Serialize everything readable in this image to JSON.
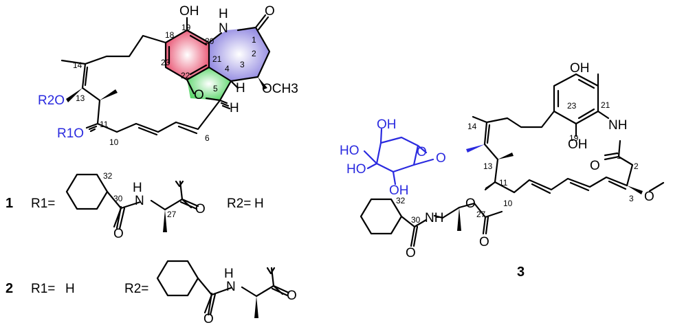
{
  "compounds": {
    "c1": {
      "id": "1",
      "r1": "R1=",
      "r2": "R2=",
      "r2_value": "H"
    },
    "c2": {
      "id": "2",
      "r1": "R1=",
      "r1_value": "H",
      "r2": "R2="
    },
    "c3": {
      "id": "3"
    }
  },
  "atoms": {
    "oh": "OH",
    "nh": "N",
    "h_on_n": "H",
    "o": "O",
    "och3": "OCH3",
    "h": "H",
    "r2o": "R2O",
    "r1o": "R1O",
    "ho": "HO",
    "nh_full": "NH",
    "o_methoxy": "O"
  },
  "numbers": {
    "n1": "1",
    "n2": "2",
    "n3": "3",
    "n4": "4",
    "n5": "5",
    "n6": "6",
    "n10": "10",
    "n11": "11",
    "n13": "13",
    "n14": "14",
    "n18": "18",
    "n19": "19",
    "n20": "20",
    "n21": "21",
    "n22": "22",
    "n23": "23",
    "n27": "27",
    "n30": "30",
    "n32": "32"
  },
  "colors": {
    "benzene_fill": "#e8506f",
    "lactam_fill": "#8f86e0",
    "furan_fill": "#5ad66a",
    "substituent_blue": "#2a2adf"
  }
}
